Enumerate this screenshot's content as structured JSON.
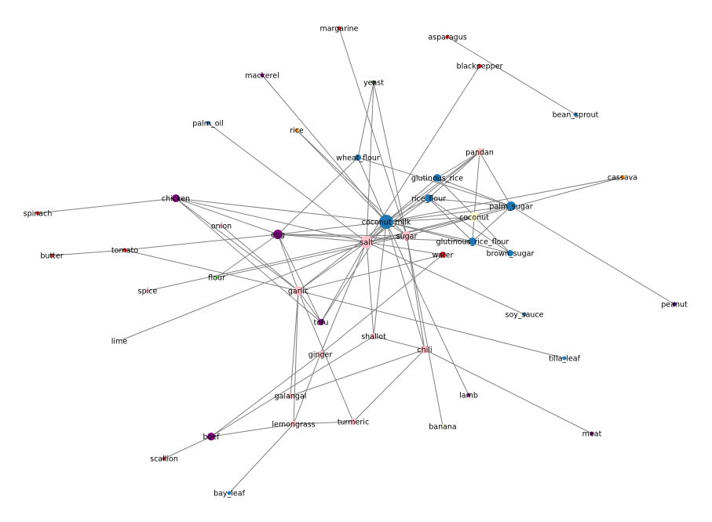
{
  "graph": {
    "nodes": [
      {
        "id": "margarine",
        "color": "#d62728"
      },
      {
        "id": "asparagus",
        "color": "#d62728"
      },
      {
        "id": "blackpepper",
        "color": "#d62728"
      },
      {
        "id": "mackerel",
        "color": "#800080"
      },
      {
        "id": "yeast",
        "color": "#2f4f2f"
      },
      {
        "id": "bean_sprout",
        "color": "#1f77b4"
      },
      {
        "id": "palm_oil",
        "color": "#1f77b4"
      },
      {
        "id": "rice",
        "color": "#ff8c00"
      },
      {
        "id": "wheat_flour",
        "color": "#1f77b4"
      },
      {
        "id": "pandan",
        "color": "#ffc0cb"
      },
      {
        "id": "glutinous_rice",
        "color": "#1f77b4"
      },
      {
        "id": "cassava",
        "color": "#ff8c00"
      },
      {
        "id": "chicken",
        "color": "#800080"
      },
      {
        "id": "rice_flour",
        "color": "#1f77b4"
      },
      {
        "id": "palm_sugar",
        "color": "#1f77b4"
      },
      {
        "id": "spinach",
        "color": "#d62728"
      },
      {
        "id": "coconut",
        "color": "#fffdd0"
      },
      {
        "id": "coconut_milk",
        "color": "#1f77b4"
      },
      {
        "id": "onion",
        "color": "#ffc0cb"
      },
      {
        "id": "egg",
        "color": "#800080"
      },
      {
        "id": "sugar",
        "color": "#ffc0cb"
      },
      {
        "id": "salt",
        "color": "#ffc0cb"
      },
      {
        "id": "glutinous_rice_flour",
        "color": "#1f77b4"
      },
      {
        "id": "butter",
        "color": "#d62728"
      },
      {
        "id": "tomato",
        "color": "#d62728"
      },
      {
        "id": "brown_sugar",
        "color": "#1f77b4"
      },
      {
        "id": "water",
        "color": "#d62728"
      },
      {
        "id": "flour",
        "color": "#90ee90"
      },
      {
        "id": "spice",
        "color": "#ffc0cb"
      },
      {
        "id": "garlic",
        "color": "#ffc0cb"
      },
      {
        "id": "peanut",
        "color": "#4b0082"
      },
      {
        "id": "soy_sauce",
        "color": "#1f77b4"
      },
      {
        "id": "tofu",
        "color": "#800080"
      },
      {
        "id": "lime",
        "color": "#ffffff"
      },
      {
        "id": "shallot",
        "color": "#ffc0cb"
      },
      {
        "id": "ginger",
        "color": "#ffc0cb"
      },
      {
        "id": "chili",
        "color": "#ffc0cb"
      },
      {
        "id": "tilla_leaf",
        "color": "#1f77b4"
      },
      {
        "id": "lamb",
        "color": "#800080"
      },
      {
        "id": "galangal",
        "color": "#ffc0cb"
      },
      {
        "id": "banana",
        "color": "#fffdd0"
      },
      {
        "id": "lemongrass",
        "color": "#ffc0cb"
      },
      {
        "id": "turmeric",
        "color": "#ffc0cb"
      },
      {
        "id": "meat",
        "color": "#800080"
      },
      {
        "id": "beef",
        "color": "#800080"
      },
      {
        "id": "scallion",
        "color": "#d62728"
      },
      {
        "id": "bay_leaf",
        "color": "#1f77b4"
      }
    ],
    "edges": [
      [
        "margarine",
        "sugar"
      ],
      [
        "asparagus",
        "bean_sprout"
      ],
      [
        "blackpepper",
        "salt"
      ],
      [
        "mackerel",
        "coconut_milk"
      ],
      [
        "yeast",
        "wheat_flour"
      ],
      [
        "yeast",
        "sugar"
      ],
      [
        "yeast",
        "salt"
      ],
      [
        "palm_oil",
        "salt"
      ],
      [
        "rice",
        "coconut_milk"
      ],
      [
        "rice",
        "sugar"
      ],
      [
        "wheat_flour",
        "egg"
      ],
      [
        "wheat_flour",
        "palm_sugar"
      ],
      [
        "wheat_flour",
        "coconut_milk"
      ],
      [
        "pandan",
        "coconut_milk"
      ],
      [
        "pandan",
        "rice_flour"
      ],
      [
        "pandan",
        "glutinous_rice"
      ],
      [
        "pandan",
        "palm_sugar"
      ],
      [
        "pandan",
        "coconut"
      ],
      [
        "pandan",
        "salt"
      ],
      [
        "glutinous_rice",
        "coconut_milk"
      ],
      [
        "glutinous_rice",
        "brown_sugar"
      ],
      [
        "glutinous_rice",
        "palm_sugar"
      ],
      [
        "cassava",
        "coconut_milk"
      ],
      [
        "cassava",
        "sugar"
      ],
      [
        "chicken",
        "spinach"
      ],
      [
        "chicken",
        "coconut_milk"
      ],
      [
        "chicken",
        "egg"
      ],
      [
        "chicken",
        "garlic"
      ],
      [
        "chicken",
        "tofu"
      ],
      [
        "chicken",
        "salt"
      ],
      [
        "rice_flour",
        "coconut_milk"
      ],
      [
        "rice_flour",
        "salt"
      ],
      [
        "rice_flour",
        "palm_sugar"
      ],
      [
        "rice_flour",
        "brown_sugar"
      ],
      [
        "rice_flour",
        "glutinous_rice_flour"
      ],
      [
        "palm_sugar",
        "coconut_milk"
      ],
      [
        "palm_sugar",
        "salt"
      ],
      [
        "palm_sugar",
        "peanut"
      ],
      [
        "palm_sugar",
        "glutinous_rice_flour"
      ],
      [
        "coconut",
        "coconut_milk"
      ],
      [
        "coconut",
        "glutinous_rice_flour"
      ],
      [
        "coconut",
        "salt"
      ],
      [
        "coconut_milk",
        "salt"
      ],
      [
        "coconut_milk",
        "sugar"
      ],
      [
        "coconut_milk",
        "egg"
      ],
      [
        "coconut_milk",
        "garlic"
      ],
      [
        "coconut_milk",
        "chili"
      ],
      [
        "coconut_milk",
        "shallot"
      ],
      [
        "coconut_milk",
        "tofu"
      ],
      [
        "coconut_milk",
        "lamb"
      ],
      [
        "coconut_milk",
        "glutinous_rice_flour"
      ],
      [
        "coconut_milk",
        "brown_sugar"
      ],
      [
        "onion",
        "garlic"
      ],
      [
        "egg",
        "tomato"
      ],
      [
        "egg",
        "flour"
      ],
      [
        "egg",
        "sugar"
      ],
      [
        "egg",
        "salt"
      ],
      [
        "egg",
        "garlic"
      ],
      [
        "egg",
        "tofu"
      ],
      [
        "egg",
        "glutinous_rice_flour"
      ],
      [
        "sugar",
        "salt"
      ],
      [
        "sugar",
        "chili"
      ],
      [
        "sugar",
        "banana"
      ],
      [
        "sugar",
        "flour"
      ],
      [
        "salt",
        "spice"
      ],
      [
        "salt",
        "lime"
      ],
      [
        "salt",
        "garlic"
      ],
      [
        "salt",
        "water"
      ],
      [
        "salt",
        "ginger"
      ],
      [
        "salt",
        "shallot"
      ],
      [
        "salt",
        "soy_sauce"
      ],
      [
        "salt",
        "tofu"
      ],
      [
        "tomato",
        "garlic"
      ],
      [
        "tomato",
        "butter"
      ],
      [
        "garlic",
        "tilla_leaf"
      ],
      [
        "garlic",
        "tofu"
      ],
      [
        "garlic",
        "galangal"
      ],
      [
        "garlic",
        "turmeric"
      ],
      [
        "garlic",
        "water"
      ],
      [
        "garlic",
        "lemongrass"
      ],
      [
        "water",
        "ginger"
      ],
      [
        "shallot",
        "chili"
      ],
      [
        "shallot",
        "beef"
      ],
      [
        "chili",
        "galangal"
      ],
      [
        "chili",
        "turmeric"
      ],
      [
        "chili",
        "meat"
      ],
      [
        "ginger",
        "lemongrass"
      ],
      [
        "ginger",
        "beef"
      ],
      [
        "lemongrass",
        "turmeric"
      ],
      [
        "lemongrass",
        "beef"
      ],
      [
        "lemongrass",
        "bay_leaf"
      ],
      [
        "beef",
        "scallion"
      ]
    ],
    "edge_color": "#808080"
  }
}
